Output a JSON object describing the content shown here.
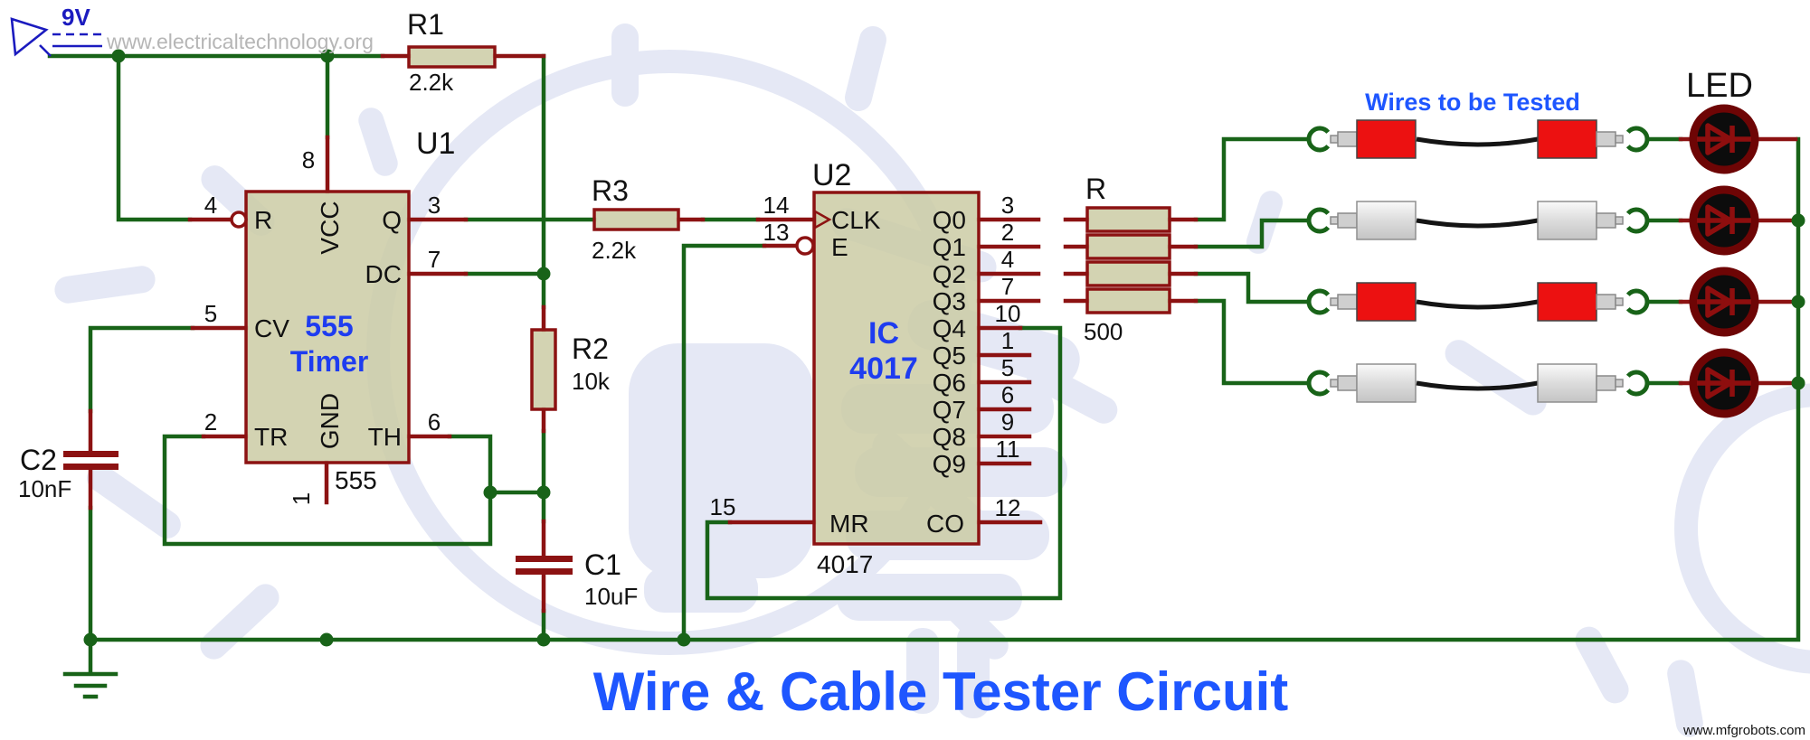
{
  "page": {
    "title": "Wire & Cable Tester Circuit",
    "watermark_site": "www.electricaltechnology.org",
    "credit_site": "www.mfgrobots.com"
  },
  "power": {
    "battery": "9V"
  },
  "u1": {
    "ref": "U1",
    "chip_blue_1": "555",
    "chip_blue_2": "Timer",
    "chip_sub": "555",
    "pin_r": {
      "num": "4",
      "label": "R"
    },
    "pin_vcc": {
      "num": "8",
      "label": "VCC"
    },
    "pin_q": {
      "num": "3",
      "label": "Q"
    },
    "pin_dc": {
      "num": "7",
      "label": "DC"
    },
    "pin_cv": {
      "num": "5",
      "label": "CV"
    },
    "pin_tr": {
      "num": "2",
      "label": "TR"
    },
    "pin_th": {
      "num": "6",
      "label": "TH"
    },
    "pin_gnd": {
      "num": "1",
      "label": "GND"
    }
  },
  "u2": {
    "ref": "U2",
    "chip_blue_1": "IC",
    "chip_blue_2": "4017",
    "chip_sub": "4017",
    "pin_clk": {
      "num": "14",
      "label": "CLK"
    },
    "pin_e": {
      "num": "13",
      "label": "E"
    },
    "pin_mr": {
      "num": "15",
      "label": "MR"
    },
    "pin_co": {
      "num": "12",
      "label": "CO"
    },
    "outputs": [
      {
        "num": "3",
        "label": "Q0"
      },
      {
        "num": "2",
        "label": "Q1"
      },
      {
        "num": "4",
        "label": "Q2"
      },
      {
        "num": "7",
        "label": "Q3"
      },
      {
        "num": "10",
        "label": "Q4"
      },
      {
        "num": "1",
        "label": "Q5"
      },
      {
        "num": "5",
        "label": "Q6"
      },
      {
        "num": "6",
        "label": "Q7"
      },
      {
        "num": "9",
        "label": "Q8"
      },
      {
        "num": "11",
        "label": "Q9"
      }
    ]
  },
  "components": {
    "r1": {
      "ref": "R1",
      "value": "2.2k"
    },
    "r2": {
      "ref": "R2",
      "value": "10k"
    },
    "r3": {
      "ref": "R3",
      "value": "2.2k"
    },
    "r_bank": {
      "ref": "R",
      "value": "500"
    },
    "c1": {
      "ref": "C1",
      "value": "10uF"
    },
    "c2": {
      "ref": "C2",
      "value": "10nF"
    }
  },
  "test_section": {
    "wires_label": "Wires to be Tested",
    "led_label": "LED"
  },
  "colors": {
    "wire_green": "#186318",
    "component_red": "#8C1212",
    "chip_fill": "#CBCBA4",
    "label_blue": "#1E3CF0",
    "title_blue": "#1E56FF",
    "plug_red": "#EC1111"
  }
}
